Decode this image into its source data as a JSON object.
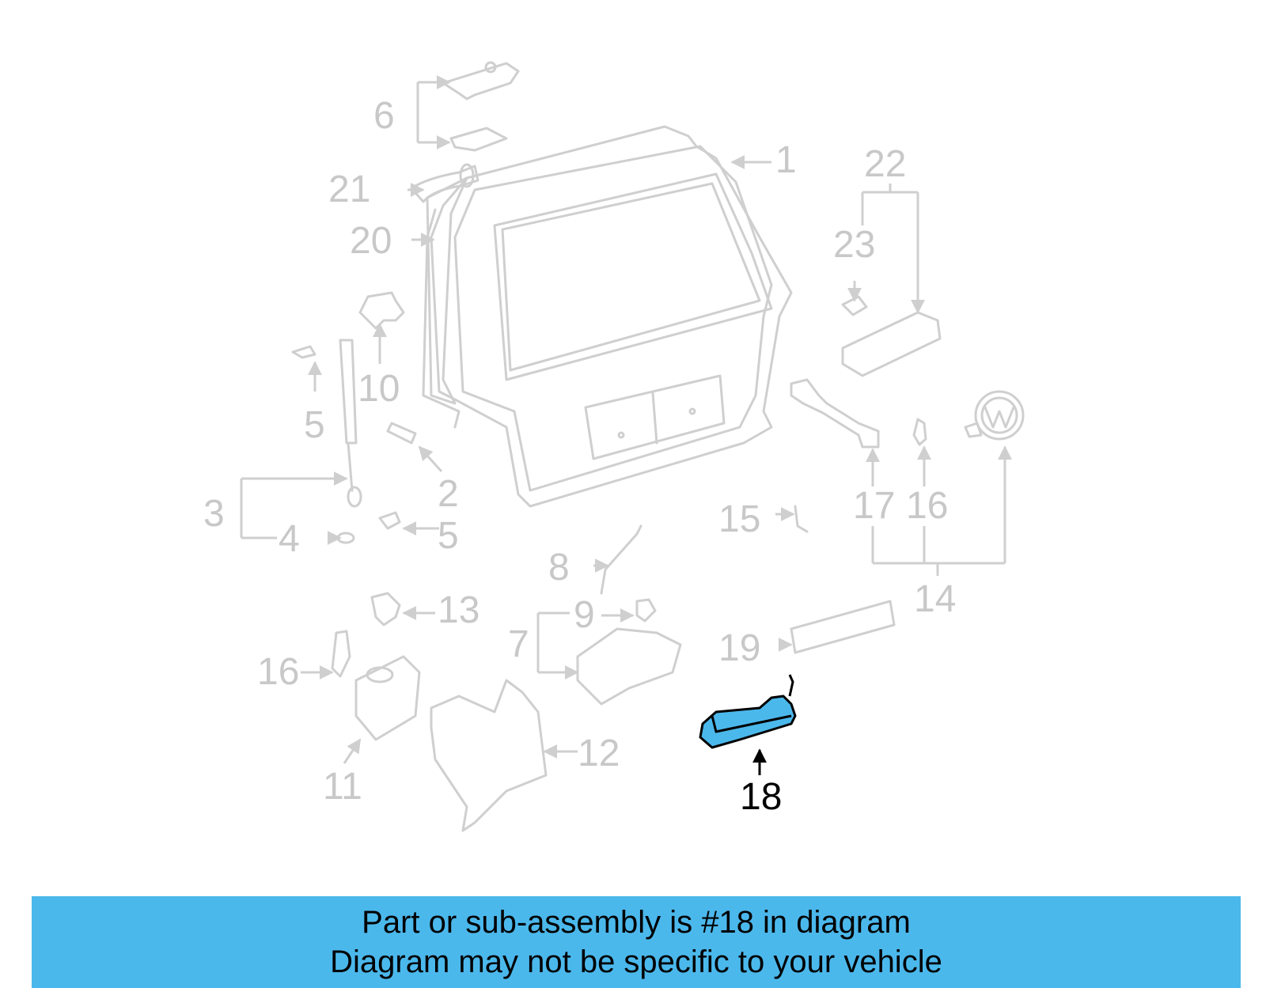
{
  "diagram": {
    "highlight_color": "#4bb8ec",
    "dim_color": "#c8c8c8",
    "highlighted_part": "18",
    "callouts": [
      "1",
      "2",
      "3",
      "4",
      "5",
      "5",
      "6",
      "7",
      "8",
      "9",
      "10",
      "11",
      "12",
      "13",
      "14",
      "15",
      "16",
      "16",
      "17",
      "18",
      "19",
      "20",
      "21",
      "22",
      "23"
    ]
  },
  "banner": {
    "background": "#4bb8ec",
    "line1": "Part or sub-assembly is #18 in diagram",
    "line2": "Diagram may not be specific to your vehicle"
  }
}
